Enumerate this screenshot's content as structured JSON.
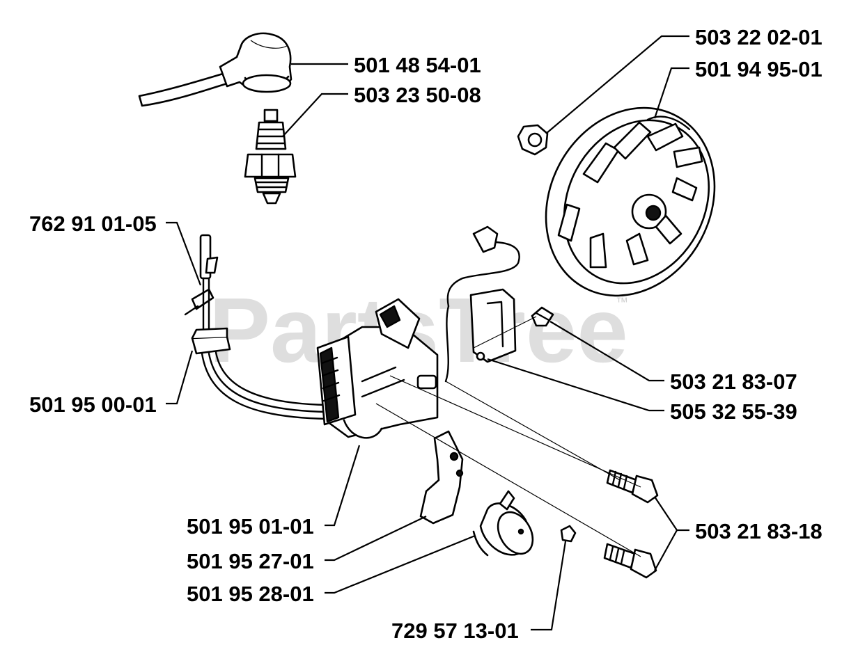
{
  "watermark": {
    "brand": "PartsTree",
    "trademark": "™"
  },
  "parts": [
    {
      "id": "spark-plug-cap",
      "number": "501 48 54-01"
    },
    {
      "id": "spark-plug",
      "number": "503 23 50-08"
    },
    {
      "id": "flywheel-nut",
      "number": "503 22 02-01"
    },
    {
      "id": "flywheel",
      "number": "501 94 95-01"
    },
    {
      "id": "wire-clip",
      "number": "762 91 01-05"
    },
    {
      "id": "cable-grommet",
      "number": "501 95 00-01"
    },
    {
      "id": "module-screw",
      "number": "503 21 83-07"
    },
    {
      "id": "switch-module",
      "number": "505 32 55-39"
    },
    {
      "id": "ignition-coil",
      "number": "501 95 01-01"
    },
    {
      "id": "bracket",
      "number": "501 95 27-01"
    },
    {
      "id": "capacitor",
      "number": "501 95 28-01"
    },
    {
      "id": "coil-screws",
      "number": "503 21 83-18"
    },
    {
      "id": "washer-nut",
      "number": "729 57 13-01"
    }
  ]
}
